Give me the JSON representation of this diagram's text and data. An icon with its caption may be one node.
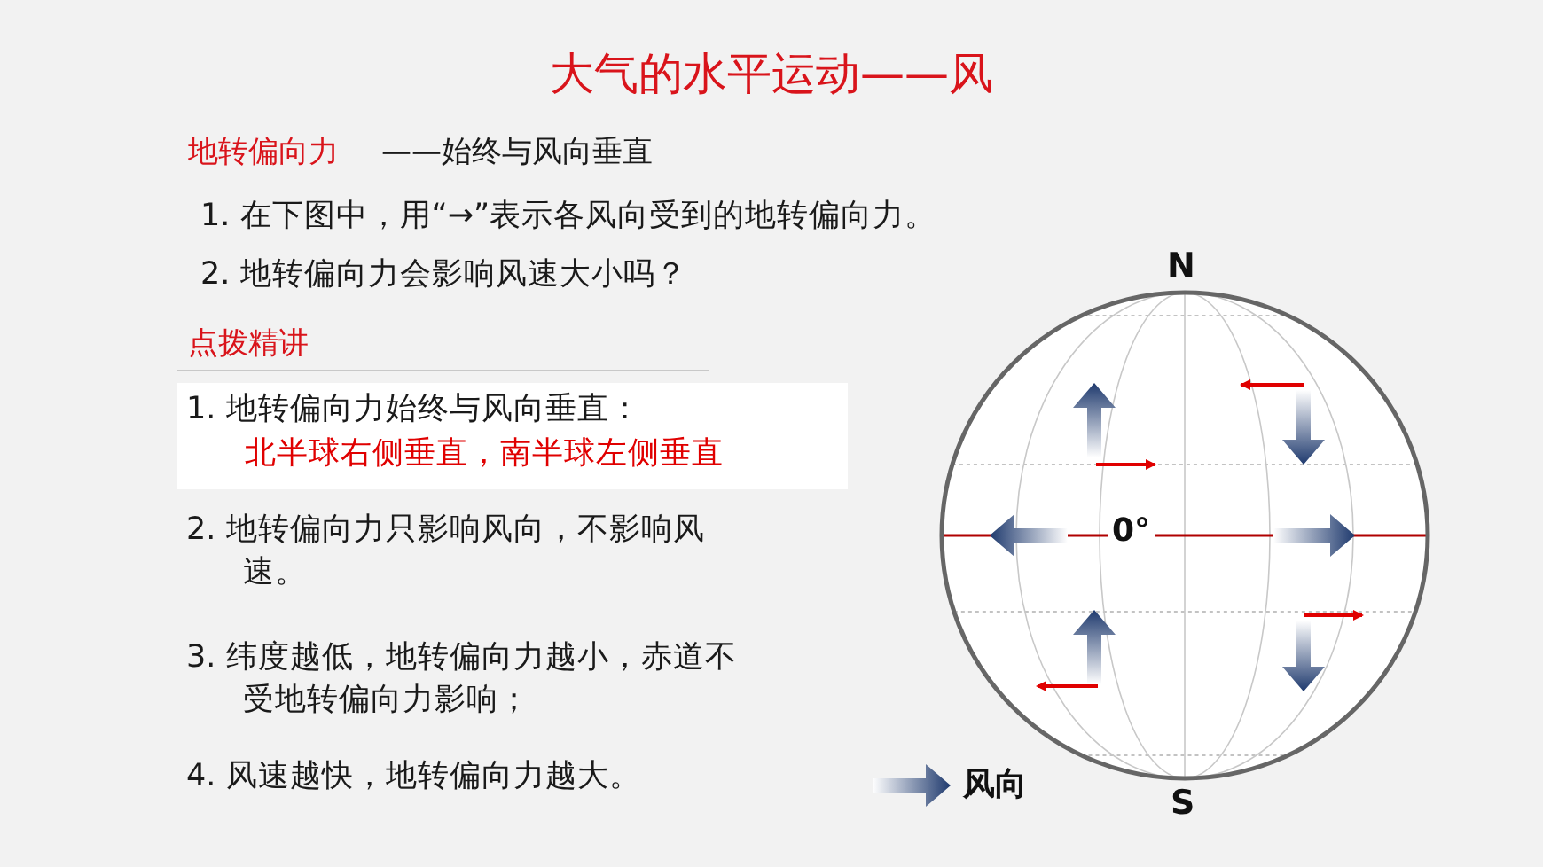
{
  "diagram": {
    "title": "大气的水平运动——风",
    "labels": [
      "地转偏向力",
      "——始终与风向垂直",
      "1. 在下图中，用“→”表示各风向受到的地转偏向力。",
      "2. 地转偏向力会影响风速大小吗？",
      "点拨精讲",
      "1. 地转偏向力始终与风向垂直：",
      "北半球右侧垂直，南半球左侧垂直",
      "2. 地转偏向力只影响风向，不影响风速。",
      "3. 纬度越低，地转偏向力越小，赤道不受地转偏向力影响；",
      "4. 风速越快，地转偏向力越大。",
      "N",
      "0°",
      "S"
    ],
    "legend": [
      {
        "text": "风向"
      }
    ]
  }
}
